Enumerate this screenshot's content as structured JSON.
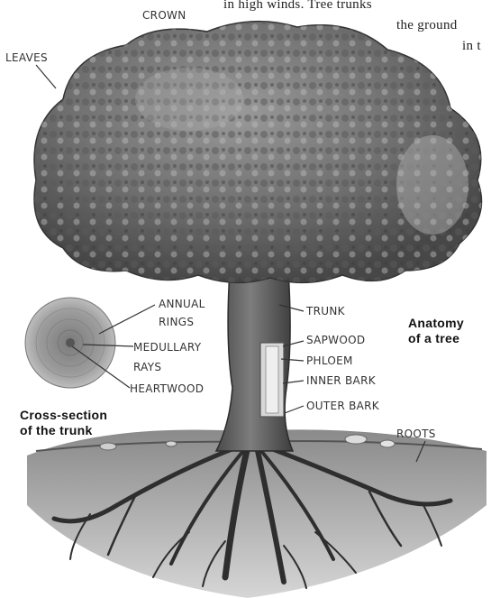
{
  "header_text": {
    "line1": "in high winds. Tree trunks",
    "line2": "the ground",
    "line3": "in t"
  },
  "labels": {
    "crown": "CROWN",
    "leaves": "LEAVES",
    "annual_rings_1": "ANNUAL",
    "annual_rings_2": "RINGS",
    "medullary_1": "MEDULLARY",
    "medullary_2": "RAYS",
    "heartwood": "HEARTWOOD",
    "trunk": "TRUNK",
    "sapwood": "SAPWOOD",
    "phloem": "PHLOEM",
    "inner_bark": "INNER BARK",
    "outer_bark": "OUTER BARK",
    "roots": "ROOTS"
  },
  "titles": {
    "anatomy_1": "Anatomy",
    "anatomy_2": "of a tree",
    "cross_1": "Cross-section",
    "cross_2": "of the trunk"
  }
}
